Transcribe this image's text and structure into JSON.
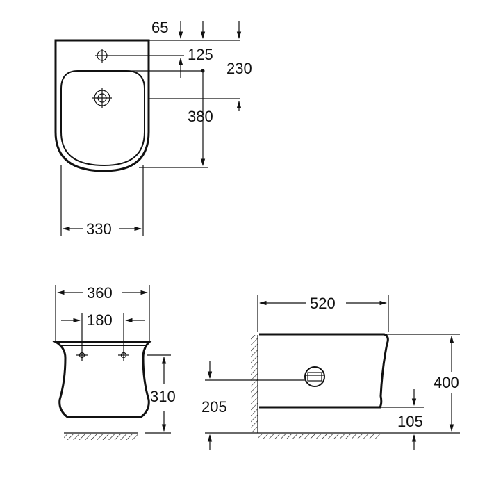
{
  "top_view": {
    "dim_width": "330",
    "dim_tap_offset": "65",
    "dim_tap_from_wall": "125",
    "dim_total_depth": "230",
    "dim_bowl_depth": "380"
  },
  "front_view": {
    "dim_total_width": "360",
    "dim_fixing_spacing": "180",
    "dim_height": "310"
  },
  "side_view": {
    "dim_length": "520",
    "dim_height": "400",
    "dim_waste_height": "205",
    "dim_floor_gap": "105"
  },
  "colors": {
    "line": "#111111",
    "background": "#ffffff"
  },
  "icons": [
    "tap-hole-icon",
    "waste-outlet-icon",
    "fixing-bolt-icon",
    "wall-hatch-icon",
    "floor-hatch-icon"
  ]
}
